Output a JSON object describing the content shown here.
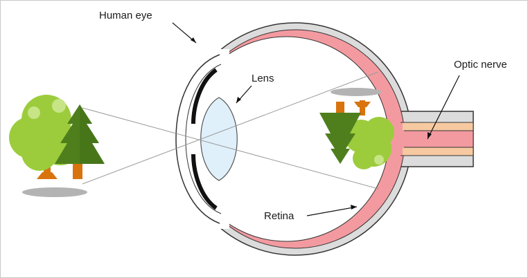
{
  "labels": {
    "human_eye": "Human eye",
    "lens": "Lens",
    "optic_nerve": "Optic nerve",
    "retina": "Retina"
  },
  "colors": {
    "sclera": "#dcdcdc",
    "retina": "#f39aa0",
    "nerve_core": "#f6c9a0",
    "lens": "#dff0fb",
    "tree_light": "#9ccc3c",
    "tree_dark": "#4f7f1d",
    "trunk": "#d9730e",
    "shadow": "#b3b3b3"
  }
}
